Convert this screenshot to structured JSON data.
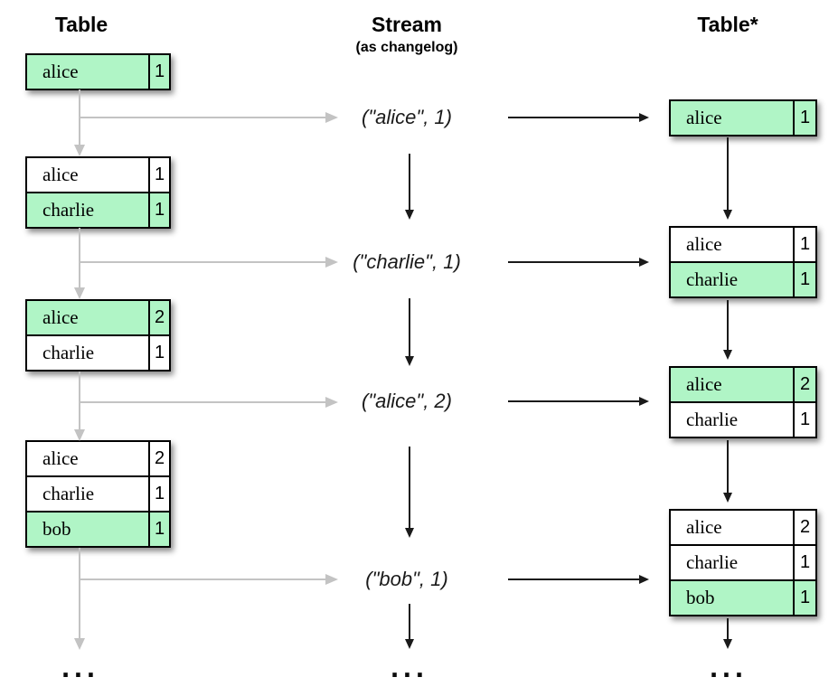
{
  "headings": {
    "left": "Table",
    "middle_title": "Stream",
    "middle_subtitle": "(as changelog)",
    "right": "Table*"
  },
  "left_tables": [
    {
      "rows": [
        {
          "key": "alice",
          "value": "1",
          "highlight": true
        }
      ]
    },
    {
      "rows": [
        {
          "key": "alice",
          "value": "1",
          "highlight": false
        },
        {
          "key": "charlie",
          "value": "1",
          "highlight": true
        }
      ]
    },
    {
      "rows": [
        {
          "key": "alice",
          "value": "2",
          "highlight": true
        },
        {
          "key": "charlie",
          "value": "1",
          "highlight": false
        }
      ]
    },
    {
      "rows": [
        {
          "key": "alice",
          "value": "2",
          "highlight": false
        },
        {
          "key": "charlie",
          "value": "1",
          "highlight": false
        },
        {
          "key": "bob",
          "value": "1",
          "highlight": true
        }
      ]
    }
  ],
  "stream_events": [
    {
      "text": "(\"alice\", 1)"
    },
    {
      "text": "(\"charlie\", 1)"
    },
    {
      "text": "(\"alice\", 2)"
    },
    {
      "text": "(\"bob\", 1)"
    }
  ],
  "right_tables": [
    {
      "rows": [
        {
          "key": "alice",
          "value": "1",
          "highlight": true
        }
      ]
    },
    {
      "rows": [
        {
          "key": "alice",
          "value": "1",
          "highlight": false
        },
        {
          "key": "charlie",
          "value": "1",
          "highlight": true
        }
      ]
    },
    {
      "rows": [
        {
          "key": "alice",
          "value": "2",
          "highlight": true
        },
        {
          "key": "charlie",
          "value": "1",
          "highlight": false
        }
      ]
    },
    {
      "rows": [
        {
          "key": "alice",
          "value": "2",
          "highlight": false
        },
        {
          "key": "charlie",
          "value": "1",
          "highlight": false
        },
        {
          "key": "bob",
          "value": "1",
          "highlight": true
        }
      ]
    }
  ],
  "ellipsis": "...",
  "colors": {
    "green": "#B0F5C6",
    "gray": "#C3C3C3",
    "black": "#1A1A1A"
  }
}
